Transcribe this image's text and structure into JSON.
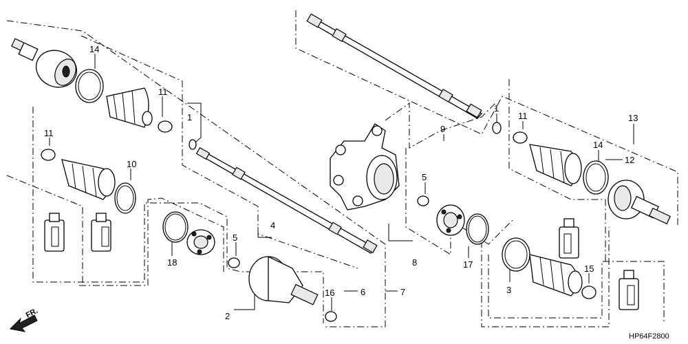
{
  "diagram": {
    "callouts": [
      {
        "id": "c14a",
        "text": "14"
      },
      {
        "id": "c11a",
        "text": "11"
      },
      {
        "id": "c1a",
        "text": "1"
      },
      {
        "id": "c11b",
        "text": "11"
      },
      {
        "id": "c10",
        "text": "10"
      },
      {
        "id": "c18",
        "text": "18"
      },
      {
        "id": "c5a",
        "text": "5"
      },
      {
        "id": "c4",
        "text": "4"
      },
      {
        "id": "c2",
        "text": "2"
      },
      {
        "id": "c16",
        "text": "16"
      },
      {
        "id": "c6",
        "text": "6"
      },
      {
        "id": "c7",
        "text": "7"
      },
      {
        "id": "c9",
        "text": "9"
      },
      {
        "id": "c1b",
        "text": "1"
      },
      {
        "id": "c5b",
        "text": "5"
      },
      {
        "id": "c8",
        "text": "8"
      },
      {
        "id": "c17",
        "text": "17"
      },
      {
        "id": "c11c",
        "text": "11"
      },
      {
        "id": "c13",
        "text": "13"
      },
      {
        "id": "c14b",
        "text": "14"
      },
      {
        "id": "c12",
        "text": "12"
      },
      {
        "id": "c3",
        "text": "3"
      },
      {
        "id": "c15",
        "text": "15"
      }
    ],
    "direction_label": "FR.",
    "diagram_code": "HP64F2800"
  }
}
